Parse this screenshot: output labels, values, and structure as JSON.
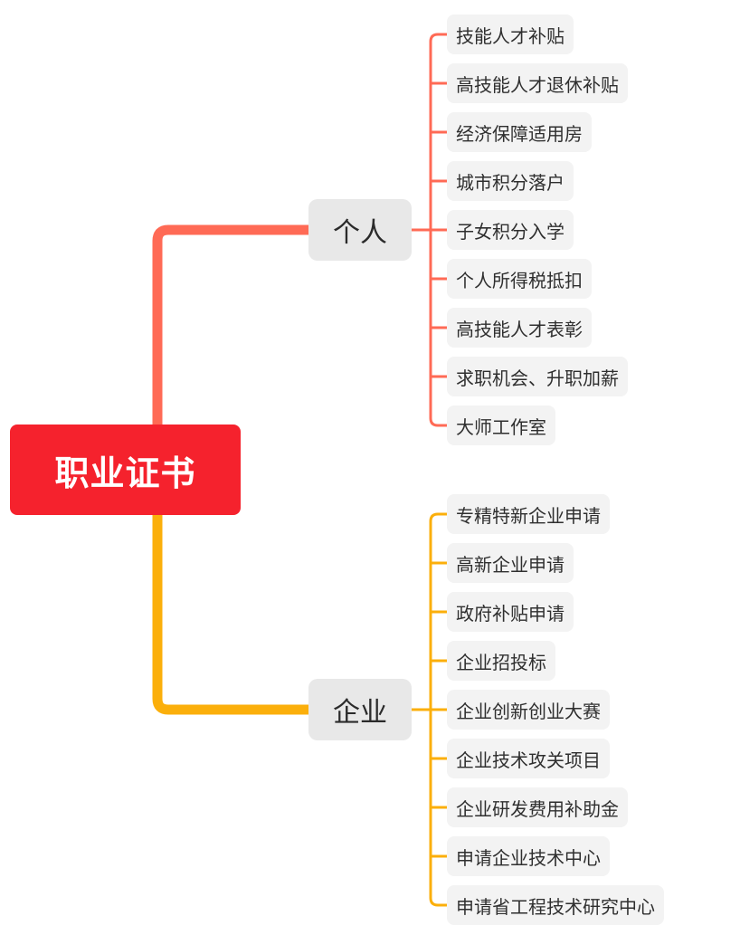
{
  "colors": {
    "root": "#f5222d",
    "personal_line": "#ff6a55",
    "enterprise_line": "#fbaf0b",
    "node_bg": "#e8e8e8",
    "leaf_bg": "#f3f3f3"
  },
  "root": {
    "label": "职业证书"
  },
  "branches": [
    {
      "label": "个人",
      "children": [
        "技能人才补贴",
        "高技能人才退休补贴",
        "经济保障适用房",
        "城市积分落户",
        "子女积分入学",
        "个人所得税抵扣",
        "高技能人才表彰",
        "求职机会、升职加薪",
        "大师工作室"
      ]
    },
    {
      "label": "企业",
      "children": [
        "专精特新企业申请",
        "高新企业申请",
        "政府补贴申请",
        "企业招投标",
        "企业创新创业大赛",
        "企业技术攻关项目",
        "企业研发费用补助金",
        "申请企业技术中心",
        "申请省工程技术研究中心"
      ]
    }
  ]
}
